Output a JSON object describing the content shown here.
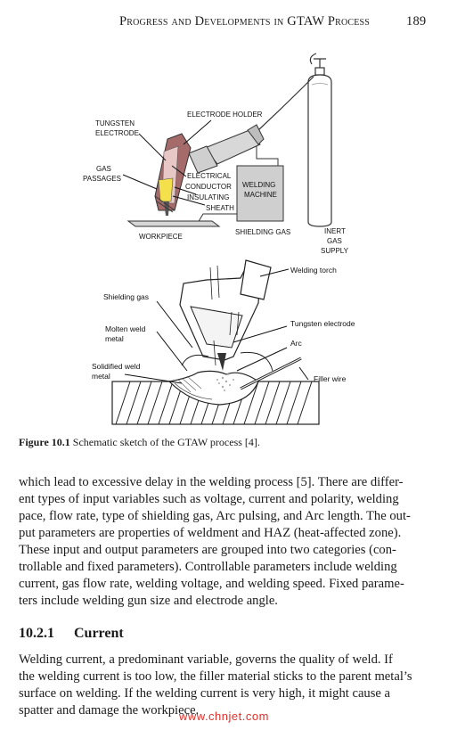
{
  "header": {
    "title": "Progress and Developments in GTAW Process",
    "page_number": "189"
  },
  "figure_top": {
    "labels": {
      "tungsten_1": "TUNGSTEN",
      "tungsten_2": "ELECTRODE",
      "holder": "ELECTRODE HOLDER",
      "gas_1": "GAS",
      "gas_2": "PASSAGES",
      "elec_1": "ELECTRICAL",
      "elec_2": "CONDUCTOR",
      "elec_3": "INSULATING",
      "elec_4": "SHEATH",
      "machine_1": "WELDING",
      "machine_2": "MACHINE",
      "workpiece": "WORKPIECE",
      "shielding": "SHIELDING GAS",
      "inert_1": "INERT",
      "inert_2": "GAS",
      "inert_3": "SUPPLY"
    }
  },
  "figure_bottom": {
    "labels": {
      "torch": "Welding torch",
      "shield": "Shielding gas",
      "tungsten": "Tungsten electrode",
      "molten_1": "Molten weld",
      "molten_2": "metal",
      "arc": "Arc",
      "solid_1": "Solidified weld",
      "solid_2": "metal",
      "filler": "Filler wire"
    }
  },
  "caption": {
    "label": "Figure 10.1",
    "text": "Schematic sketch of the GTAW process [4]."
  },
  "paragraph1": {
    "lines": [
      "which lead to excessive delay in the welding process [5]. There are differ-",
      "ent types of input variables such as voltage, current and polarity, welding",
      "pace, flow rate, type of shielding gas, Arc pulsing, and Arc length. The out-",
      "put parameters are properties of weldment and HAZ (heat-affected zone).",
      "These input and output parameters are grouped into two categories (con-",
      "trollable and fixed parameters). Controllable parameters include welding",
      "current, gas flow rate, welding voltage, and welding speed. Fixed parame-",
      "ters include welding gun size and electrode angle."
    ]
  },
  "section": {
    "number": "10.2.1",
    "title": "Current"
  },
  "paragraph2": {
    "lines": [
      "Welding current, a predominant variable, governs the quality of weld. If",
      "the welding current is too low, the filler material sticks to the parent metal’s",
      "surface on welding. If the welding current is very high, it might cause a",
      "spatter and damage the workpiece."
    ]
  },
  "watermark": "www.chnjet.com"
}
